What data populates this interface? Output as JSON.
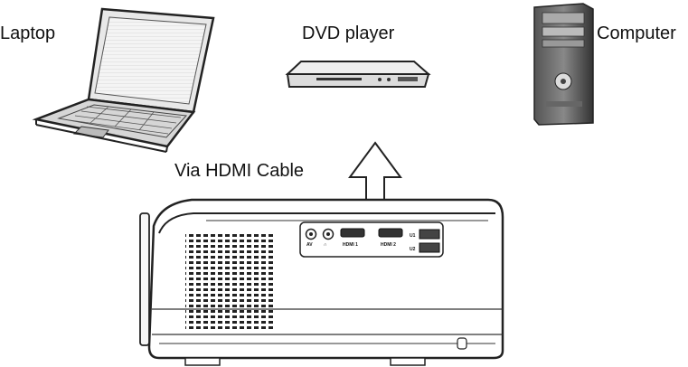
{
  "devices": {
    "laptop": "Laptop",
    "dvd_player": "DVD player",
    "computer": "Computer"
  },
  "connection": {
    "label": "Via HDMI Cable"
  },
  "projector_ports": {
    "av": "AV",
    "hdmi1": "HDMI 1",
    "hdmi2": "HDMI 2",
    "usb1": "U1",
    "usb2": "U2"
  }
}
